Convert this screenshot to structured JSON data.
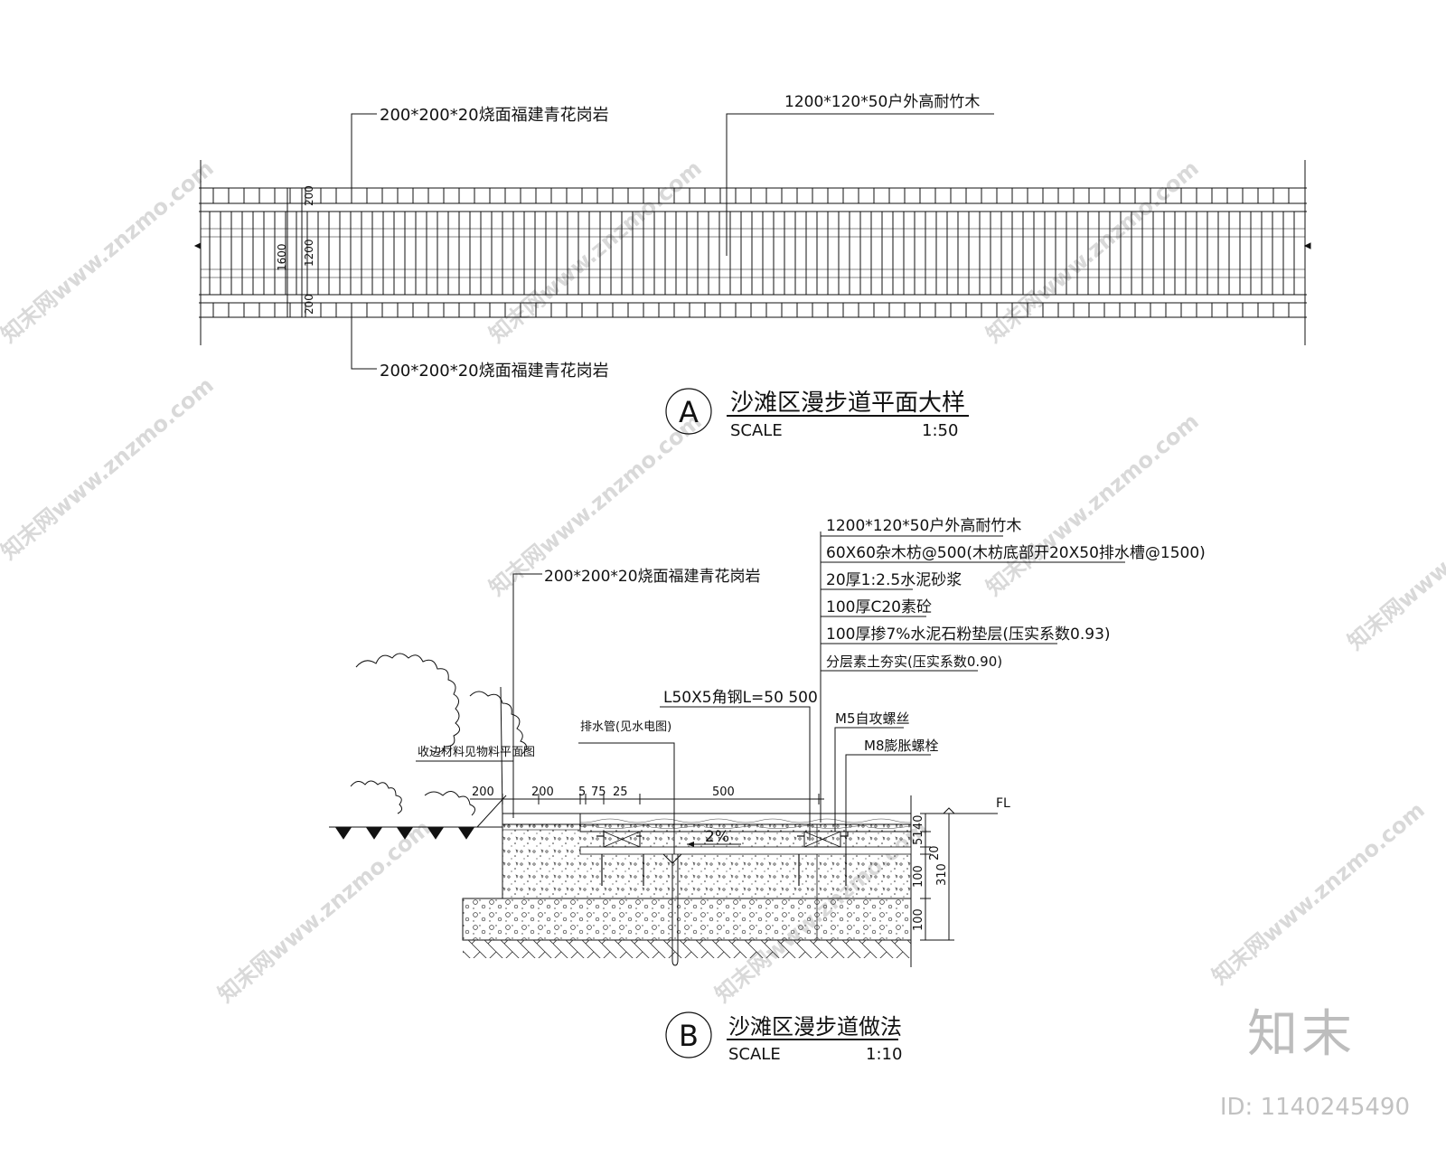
{
  "watermarks": {
    "text": "知末网www.znzmo.com",
    "brand_text": "知末",
    "id_text": "ID: 1140245490"
  },
  "plan": {
    "callout_granite_top": "200*200*20烧面福建青花岗岩",
    "callout_bamboo": "1200*120*50户外高耐竹木",
    "callout_granite_bottom": "200*200*20烧面福建青花岗岩",
    "dim_total": "1600",
    "dim_top": "200",
    "dim_mid": "1200",
    "dim_bottom": "200",
    "title": {
      "letter": "A",
      "name": "沙滩区漫步道平面大样",
      "scale_label": "SCALE",
      "scale_value": "1:50"
    }
  },
  "section": {
    "layers": [
      "1200*120*50户外高耐竹木",
      "60X60杂木枋@500(木枋底部开20X50排水槽@1500)",
      "20厚1:2.5水泥砂浆",
      "100厚C20素砼",
      "100厚掺7%水泥石粉垫层(压实系数0.93)",
      "分层素土夯实(压实系数0.90)"
    ],
    "callout_granite": "200*200*20烧面福建青花岗岩",
    "callout_angle": "L50X5角钢L=50 500",
    "callout_screw": "M5自攻螺丝",
    "callout_bolt": "M8膨胀螺栓",
    "callout_pipe": "排水管(见水电图)",
    "callout_edge": "收边材料见物料平面图",
    "slope": "2%",
    "fl_label": "FL",
    "dims_top": [
      "200",
      "200",
      "5",
      "75",
      "25",
      "500"
    ],
    "dims_right": [
      "51",
      "40",
      "20",
      "100",
      "100",
      "310"
    ],
    "title": {
      "letter": "B",
      "name": "沙滩区漫步道做法",
      "scale_label": "SCALE",
      "scale_value": "1:10"
    }
  }
}
